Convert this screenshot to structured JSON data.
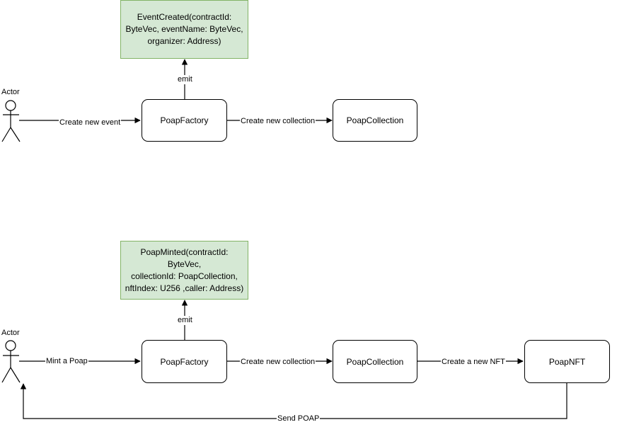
{
  "top_flow": {
    "actor_label": "Actor",
    "note_lines": [
      "EventCreated(contractId:",
      "ByteVec, eventName: ByteVec,",
      "organizer: Address)"
    ],
    "nodes": {
      "factory": "PoapFactory",
      "collection": "PoapCollection"
    },
    "edges": {
      "actor_to_factory": "Create new event",
      "factory_to_collection": "Create new collection",
      "emit": "emit"
    }
  },
  "bottom_flow": {
    "actor_label": "Actor",
    "note_lines": [
      "PoapMinted(contractId: ByteVec,",
      "collectionId: PoapCollection,",
      "nftIndex: U256 ,caller: Address)"
    ],
    "nodes": {
      "factory": "PoapFactory",
      "collection": "PoapCollection",
      "nft": "PoapNFT"
    },
    "edges": {
      "actor_to_factory": "Mint a Poap",
      "factory_to_collection": "Create new collection",
      "collection_to_nft": "Create a new NFT",
      "emit": "emit",
      "nft_to_actor": "Send POAP"
    }
  },
  "colors": {
    "note_fill": "#d5e8d4",
    "note_stroke": "#82b366",
    "stroke": "#000000"
  }
}
